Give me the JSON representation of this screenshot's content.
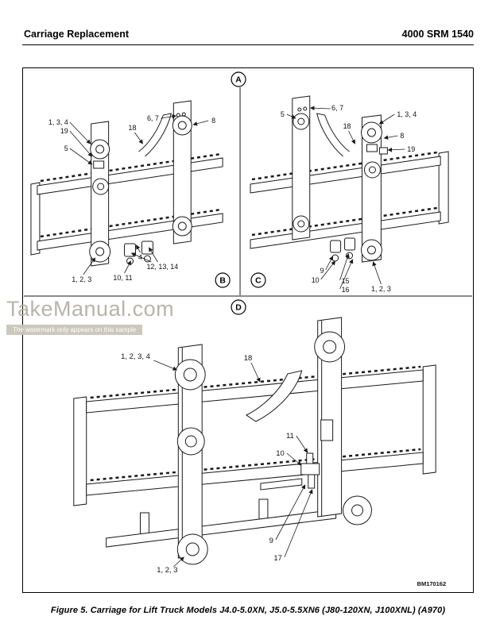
{
  "header": {
    "title": "Carriage Replacement",
    "doc_number": "4000 SRM 1540"
  },
  "watermark": {
    "brand": "TakeManual.com",
    "note": "The watermark only appears on this sample"
  },
  "figure": {
    "caption": "Figure 5. Carriage for Lift Truck Models J4.0-5.0XN, J5.0-5.5XN6 (J80-120XN, J100XNL) (A970)",
    "drawing_code": "BM170162",
    "view_labels": {
      "a": "A",
      "b": "B",
      "c": "C",
      "d": "D"
    },
    "callouts_b": {
      "c1": "1, 3, 4",
      "c2": "19",
      "c3": "5",
      "c4": "18",
      "c5": "6, 7",
      "c6": "8",
      "c7": "4",
      "c8": "12, 13, 14",
      "c9": "10, 11",
      "c10": "1, 2, 3"
    },
    "callouts_c": {
      "c1": "5",
      "c2": "6, 7",
      "c3": "1, 3, 4",
      "c4": "18",
      "c5": "8",
      "c6": "19",
      "c7": "9",
      "c8": "10",
      "c9": "15",
      "c10": "16",
      "c11": "1, 2, 3"
    },
    "callouts_d": {
      "c1": "1, 2, 3, 4",
      "c2": "18",
      "c3": "11",
      "c4": "10",
      "c5": "9",
      "c6": "17",
      "c7": "1, 2, 3"
    }
  }
}
